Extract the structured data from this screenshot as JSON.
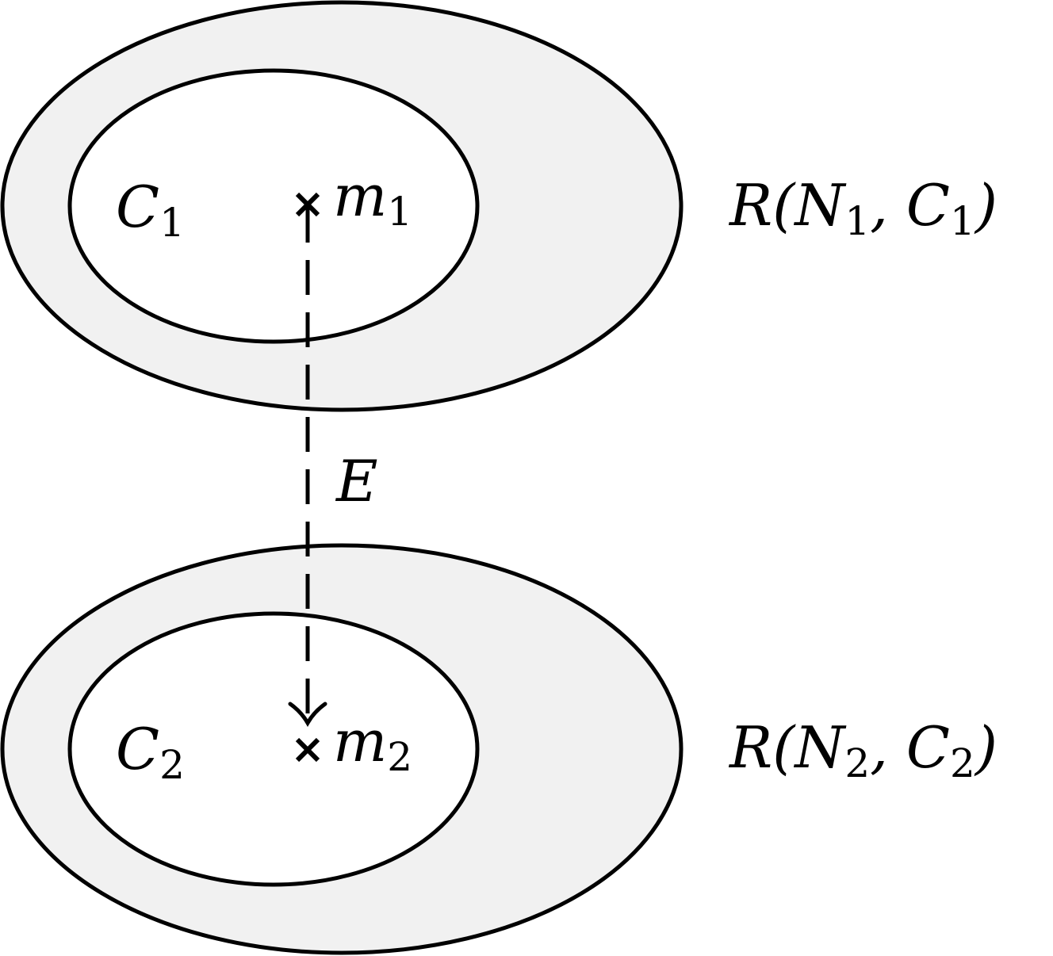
{
  "diagram": {
    "colors": {
      "outer_fill": "#f1f1f1",
      "inner_fill": "#ffffff",
      "stroke": "#000000"
    },
    "top": {
      "inner_set": {
        "base": "C",
        "sub": "1"
      },
      "outer_set": {
        "prefix": "R(",
        "n_base": "N",
        "n_sub": "1",
        "sep": ", ",
        "c_base": "C",
        "c_sub": "1",
        "suffix": ")"
      },
      "point": {
        "base": "m",
        "sub": "1"
      }
    },
    "bottom": {
      "inner_set": {
        "base": "C",
        "sub": "2"
      },
      "outer_set": {
        "prefix": "R(",
        "n_base": "N",
        "n_sub": "2",
        "sep": ", ",
        "c_base": "C",
        "c_sub": "2",
        "suffix": ")"
      },
      "point": {
        "base": "m",
        "sub": "2"
      }
    },
    "edge": {
      "label": "E",
      "style": "dashed",
      "direction": "m1-to-m2"
    }
  }
}
